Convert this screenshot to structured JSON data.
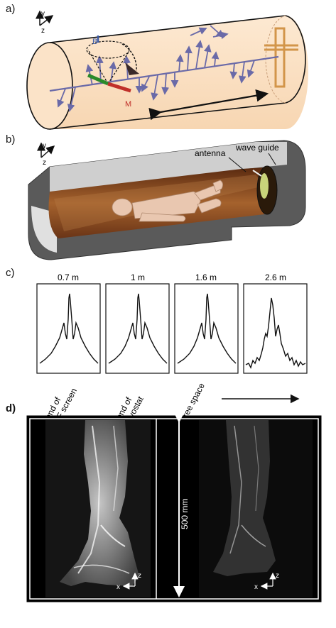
{
  "panel_a": {
    "label": "a)",
    "axes": {
      "y": "y",
      "z": "z"
    },
    "vector_b": "B",
    "vector_m": "M"
  },
  "panel_b": {
    "label": "b)",
    "axes": {
      "y": "y",
      "x": "x",
      "z": "z"
    },
    "label_antenna": "antenna",
    "label_waveguide": "wave guide"
  },
  "panel_c": {
    "label": "c)",
    "distances": [
      "0.7 m",
      "1 m",
      "1.6 m",
      "2.6 m"
    ],
    "positions": [
      "end of\nRF screen",
      "end of\ncryostat",
      "free space"
    ]
  },
  "panel_d": {
    "label": "d)",
    "scale": "500 mm",
    "axes_left": {
      "z": "z",
      "x": "x"
    },
    "axes_right": {
      "z": "z",
      "x": "x"
    }
  },
  "colors": {
    "bore_fill": "#fbe3c8",
    "arrows": "#6a6aa8",
    "wood": "#d2954a",
    "gray_outer": "#5a5a5a",
    "copper": "#8b4a22"
  }
}
